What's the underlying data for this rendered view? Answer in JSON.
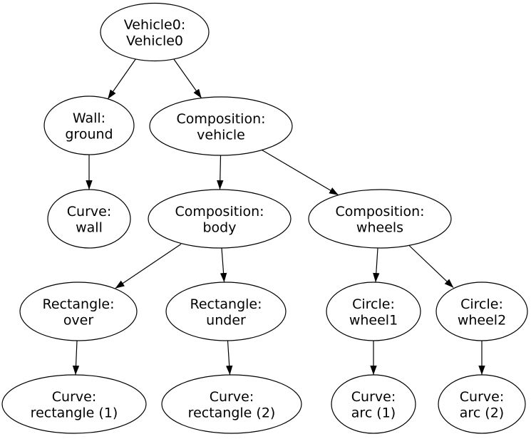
{
  "graph": {
    "background_color": "#ffffff",
    "node_fill_color": "#ffffff",
    "node_border_color": "#000000",
    "edge_color": "#000000",
    "text_color": "#000000",
    "nodes": [
      {
        "name": "vehicle0",
        "line1": "Vehicle0:",
        "line2": "Vehicle0"
      },
      {
        "name": "wall-ground",
        "line1": "Wall:",
        "line2": "ground"
      },
      {
        "name": "composition-vehicle",
        "line1": "Composition:",
        "line2": "vehicle"
      },
      {
        "name": "curve-wall",
        "line1": "Curve:",
        "line2": "wall"
      },
      {
        "name": "composition-body",
        "line1": "Composition:",
        "line2": "body"
      },
      {
        "name": "composition-wheels",
        "line1": "Composition:",
        "line2": "wheels"
      },
      {
        "name": "rectangle-over",
        "line1": "Rectangle:",
        "line2": "over"
      },
      {
        "name": "rectangle-under",
        "line1": "Rectangle:",
        "line2": "under"
      },
      {
        "name": "circle-wheel1",
        "line1": "Circle:",
        "line2": "wheel1"
      },
      {
        "name": "circle-wheel2",
        "line1": "Circle:",
        "line2": "wheel2"
      },
      {
        "name": "curve-rectangle-1",
        "line1": "Curve:",
        "line2": "rectangle (1)"
      },
      {
        "name": "curve-rectangle-2",
        "line1": "Curve:",
        "line2": "rectangle (2)"
      },
      {
        "name": "curve-arc-1",
        "line1": "Curve:",
        "line2": "arc (1)"
      },
      {
        "name": "curve-arc-2",
        "line1": "Curve:",
        "line2": "arc (2)"
      }
    ],
    "edges": [
      {
        "from": "vehicle0",
        "to": "wall-ground"
      },
      {
        "from": "vehicle0",
        "to": "composition-vehicle"
      },
      {
        "from": "wall-ground",
        "to": "curve-wall"
      },
      {
        "from": "composition-vehicle",
        "to": "composition-body"
      },
      {
        "from": "composition-vehicle",
        "to": "composition-wheels"
      },
      {
        "from": "composition-body",
        "to": "rectangle-over"
      },
      {
        "from": "composition-body",
        "to": "rectangle-under"
      },
      {
        "from": "composition-wheels",
        "to": "circle-wheel1"
      },
      {
        "from": "composition-wheels",
        "to": "circle-wheel2"
      },
      {
        "from": "rectangle-over",
        "to": "curve-rectangle-1"
      },
      {
        "from": "rectangle-under",
        "to": "curve-rectangle-2"
      },
      {
        "from": "circle-wheel1",
        "to": "curve-arc-1"
      },
      {
        "from": "circle-wheel2",
        "to": "curve-arc-2"
      }
    ]
  }
}
